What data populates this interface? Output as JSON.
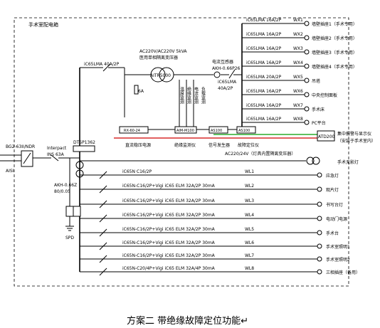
{
  "panel": {
    "title": "手术室配电箱",
    "main_breaker": "BG2-63II/NDR",
    "main_breaker_id": "AISI",
    "interlock": "Interpact",
    "interlock_sub": "INS 63A",
    "spd_model": "DTSP1362",
    "akh_model": "AKH-0.66Z",
    "akh_ratio": "80/0.05",
    "spd_label": "SPD"
  },
  "transformer": {
    "in_breaker": "iC65LMA 40A/2P",
    "spec1": "AC220V/AC220V 5kVA",
    "spec2": "医用单相隔离变压器",
    "model": "AITR5000",
    "fuse": "6A",
    "column_labels": [
      "温度监测",
      "绝缘监测",
      "电流监测",
      "负载监测"
    ],
    "ct_model": "电流互感器",
    "ct_spec": "AKH-0.66P26",
    "out_breaker1": "iC65LMA",
    "out_breaker2": "40A/2P",
    "module_rx": "RX-60-24",
    "module_aim": "AIM-M100",
    "module_as100_1": "AS100",
    "module_as100_2": "AS100",
    "label_dc": "直流稳压电源",
    "label_insul": "绝缘监测仪",
    "label_signal": "信号发生器",
    "label_fault": "故障定位仪"
  },
  "it_circuits": [
    {
      "breaker": "iC65LMA 16A/2P",
      "code": "WX1",
      "load": "墙壁插座1（手术专用）"
    },
    {
      "breaker": "iC65LMA 16A/2P",
      "code": "WX2",
      "load": "墙壁插座2（手术专用）"
    },
    {
      "breaker": "iC65LMA 16A/2P",
      "code": "WX3",
      "load": "墙壁插座3（手术专用）"
    },
    {
      "breaker": "iC65LMA 16A/2P",
      "code": "WX4",
      "load": "墙壁插座4（手术专用）"
    },
    {
      "breaker": "iC65LMA 20A/2P",
      "code": "WX5",
      "load": "吊塔"
    },
    {
      "breaker": "iC65LMA 16A/2P",
      "code": "WX6",
      "load": "中央控制面板"
    },
    {
      "breaker": "iC65LMA 16A/2P",
      "code": "WX7",
      "load": "手术床"
    },
    {
      "breaker": "iC65LMA 16A/2P",
      "code": "WX8",
      "load": "PC平台"
    }
  ],
  "alarm": {
    "model": "ATD200",
    "label1": "集中报警与显示仪",
    "label2": "（安装于手术室内）"
  },
  "shadowless": {
    "label": "AC220/24V（灯具内置隔离变压器）",
    "load": "手术无影灯"
  },
  "tn_circuits": [
    {
      "breaker": "iC65N C16/2P",
      "code": "WL1",
      "load": "应急灯"
    },
    {
      "breaker": "iC65N-C16/2P+Vigi iC65 ELM 32A/2P 30mA",
      "code": "WL2",
      "load": "观片灯"
    },
    {
      "breaker": "iC65N-C16/2P+Vigi iC65 ELM 32A/2P 30mA",
      "code": "WL3",
      "load": "书写台灯"
    },
    {
      "breaker": "iC65N-C16/2P+Vigi iC65 ELM 32A/2P 30mA",
      "code": "WL4",
      "load": "电动门电源"
    },
    {
      "breaker": "iC65N-C16/2P+Vigi iC65 ELM 32A/2P 30mA",
      "code": "WL5",
      "load": "手术台"
    },
    {
      "breaker": "iC65N-C16/2P+Vigi iC65 ELM 32A/2P 30mA",
      "code": "WL6",
      "load": "手术室照明1"
    },
    {
      "breaker": "iC65N-C16/2P+Vigi iC65 ELM 32A/2P 30mA",
      "code": "WL7",
      "load": "手术室照明2"
    },
    {
      "breaker": "iC65N-C20/4P+Vigi iC65 ELM 32A/4P 30mA",
      "code": "WL8",
      "load": "三相插座（备用）"
    }
  ],
  "caption": "方案二  带绝缘故障定位功能↵"
}
